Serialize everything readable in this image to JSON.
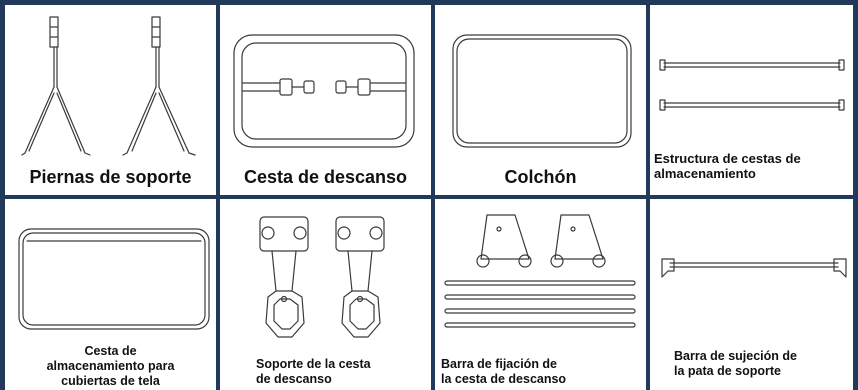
{
  "items": [
    {
      "label": "Piernas de soporte",
      "icon": "support-legs"
    },
    {
      "label": "Cesta de descanso",
      "icon": "rest-basket"
    },
    {
      "label": "Colchón",
      "icon": "mattress"
    },
    {
      "label": "Estructura de cestas de\nalmacenamiento",
      "icon": "storage-basket-frame"
    },
    {
      "label": "Cesta de\nalmacenamiento para\ncubiertas de tela",
      "icon": "fabric-storage-basket"
    },
    {
      "label": "Soporte de la cesta\n de descanso",
      "icon": "rest-basket-support"
    },
    {
      "label": "Barra de fijación de\nla cesta de descanso",
      "icon": "fixing-bar"
    },
    {
      "label": "Barra de sujeción de\nla pata de soporte",
      "icon": "leg-holding-bar"
    }
  ],
  "colors": {
    "border": "#213a5c",
    "cell_background": "#ffffff",
    "line_art": "#3a3a3a",
    "text": "#111111"
  }
}
